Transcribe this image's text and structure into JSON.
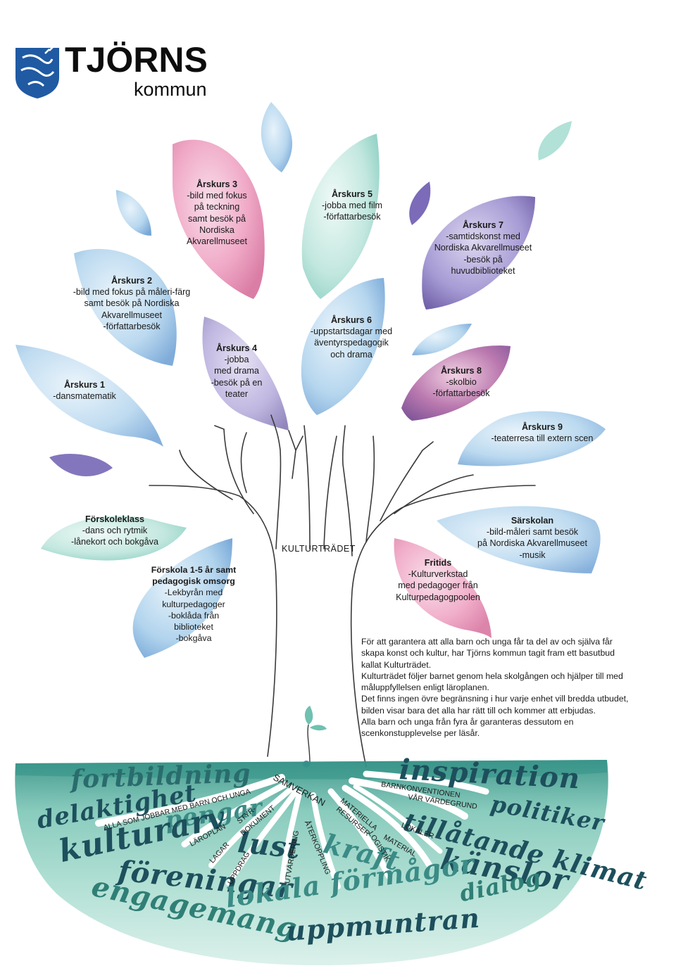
{
  "logo": {
    "title": "TJÖRNS",
    "subtitle": "kommun",
    "icon": "coat-of-arms-icon"
  },
  "leaves": {
    "arskurs3": {
      "title": "Årskurs 3",
      "lines": [
        "-bild med fokus",
        "på teckning",
        "samt besök på",
        "Nordiska",
        "Akvarellmuseet"
      ]
    },
    "arskurs5": {
      "title": "Årskurs 5",
      "lines": [
        "-jobba med film",
        "-författarbesök"
      ]
    },
    "arskurs7": {
      "title": "Årskurs 7",
      "lines": [
        "-samtidskonst med",
        "Nordiska Akvarellmuseet",
        "-besök på",
        "huvudbiblioteket"
      ]
    },
    "arskurs2": {
      "title": "Årskurs 2",
      "lines": [
        "-bild med fokus på måleri-färg",
        "samt besök på Nordiska",
        "Akvarellmuseet",
        "-författarbesök"
      ]
    },
    "arskurs6": {
      "title": "Årskurs 6",
      "lines": [
        "-uppstartsdagar med",
        "äventyrspedagogik",
        "och drama"
      ]
    },
    "arskurs4": {
      "title": "Årskurs 4",
      "lines": [
        "-jobba",
        "med drama",
        "-besök på en",
        "teater"
      ]
    },
    "arskurs8": {
      "title": "Årskurs 8",
      "lines": [
        "-skolbio",
        "-författarbesök"
      ]
    },
    "arskurs1": {
      "title": "Årskurs 1",
      "lines": [
        "-dansmatematik"
      ]
    },
    "arskurs9": {
      "title": "Årskurs 9",
      "lines": [
        "-teaterresa till extern scen"
      ]
    },
    "forskoleklass": {
      "title": "Förskoleklass",
      "lines": [
        "-dans och rytmik",
        "-lånekort och bokgåva"
      ]
    },
    "sarskolan": {
      "title": "Särskolan",
      "lines": [
        "-bild-måleri samt besök",
        "på Nordiska Akvarellmuseet",
        "-musik"
      ]
    },
    "forskola": {
      "title": "Förskola 1-5 år samt",
      "lines": [
        "pedagogisk omsorg",
        "-Lekbyrån med",
        "kulturpedagoger",
        "-boklåda från",
        "biblioteket",
        "-bokgåva"
      ]
    },
    "fritids": {
      "title": "Fritids",
      "lines": [
        "-Kulturverkstad",
        "med pedagoger från",
        "Kulturpedagogpoolen"
      ]
    }
  },
  "trunk_label": "KULTURTRÄDET",
  "info_text": [
    "För att garantera att alla barn och unga får ta del av och själva får",
    "skapa konst och kultur, har Tjörns kommun tagit fram ett basutbud",
    "kallat Kulturträdet.",
    "Kulturträdet följer barnet genom hela skolgången och hjälper till med",
    "måluppfyllelsen enligt läroplanen.",
    "Det finns ingen övre begränsning i hur varje enhet vill bredda utbudet,",
    "bilden visar bara det alla har rätt till och kommer att erbjudas.",
    "Alla barn och unga från fyra år garanteras dessutom en",
    "scenkonstupplevelse per läsår."
  ],
  "roots": {
    "samverkan": "SAMVERKAN",
    "alla_som_jobbar": "ALLA SOM JOBBAR MED BARN OCH UNGA",
    "laroplan": "LÄROPLAN",
    "lagar": "LAGAR",
    "styrdokument_1": "STYR-",
    "styrdokument_2": "DOKUMENT",
    "uppdrag": "UPPDRAG",
    "utvardering": "UTVÄRDERING",
    "aterkoppling": "ÅTERKOPPLING",
    "materiella_1": "MATERIELLA",
    "materiella_2": "RESURSER",
    "logistik": "LOGISTIK",
    "barnkonventionen": "BARNKONVENTIONEN",
    "var_vardegrund": "VÅR VÄRDEGRUND",
    "lokaler": "LOKALER",
    "material": "MATERIAL"
  },
  "ground_words": {
    "fortbildning": "fortbildning",
    "inspiration": "inspiration",
    "delaktighet": "delaktighet",
    "pengar": "pengar",
    "politiker": "politiker",
    "kulturarv": "kulturarv",
    "lust": "lust",
    "kraft": "kraft",
    "tillatande_klimat": "tillåtande klimat",
    "foreningar": "föreningar",
    "kanslor": "känslor",
    "engagemang": "engagemang",
    "lokala_formagor": "lokala förmågor",
    "dialog": "dialog",
    "uppmuntran": "uppmuntran"
  },
  "colors": {
    "ground": "#5fb5a3",
    "ground_dark": "#2f7f76",
    "pink": "#e98fb6",
    "blue": "#7fb4df",
    "violet": "#6c5aa8",
    "teal": "#9ad8cf",
    "script": "#1d4f5c"
  }
}
